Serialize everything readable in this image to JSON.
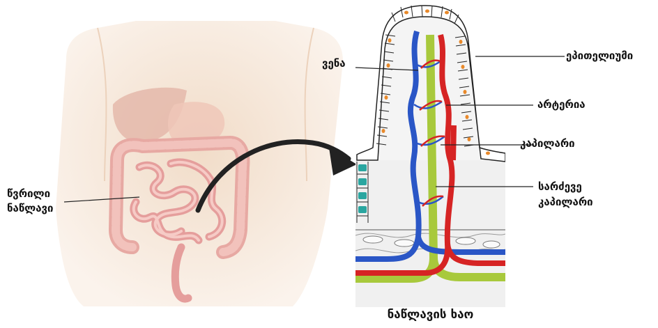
{
  "left_figure": {
    "label_line1": "წვრილი",
    "label_line2": "ნაწლავი"
  },
  "villus_figure": {
    "labels": {
      "vein": "ვენა",
      "epithelium": "ეპითელიუმი",
      "artery": "არტერია",
      "capillary": "კაპილარი",
      "lymph_line1": "სარძევე",
      "lymph_line2": "კაპილარი"
    },
    "caption": "ნაწლავის ხაო",
    "colors": {
      "vein": "#2a56c6",
      "artery": "#d62424",
      "lymph": "#a8c93c",
      "epithelium_nucleus": "#e8892a",
      "goblet_cells": "#2aa6a0"
    }
  }
}
